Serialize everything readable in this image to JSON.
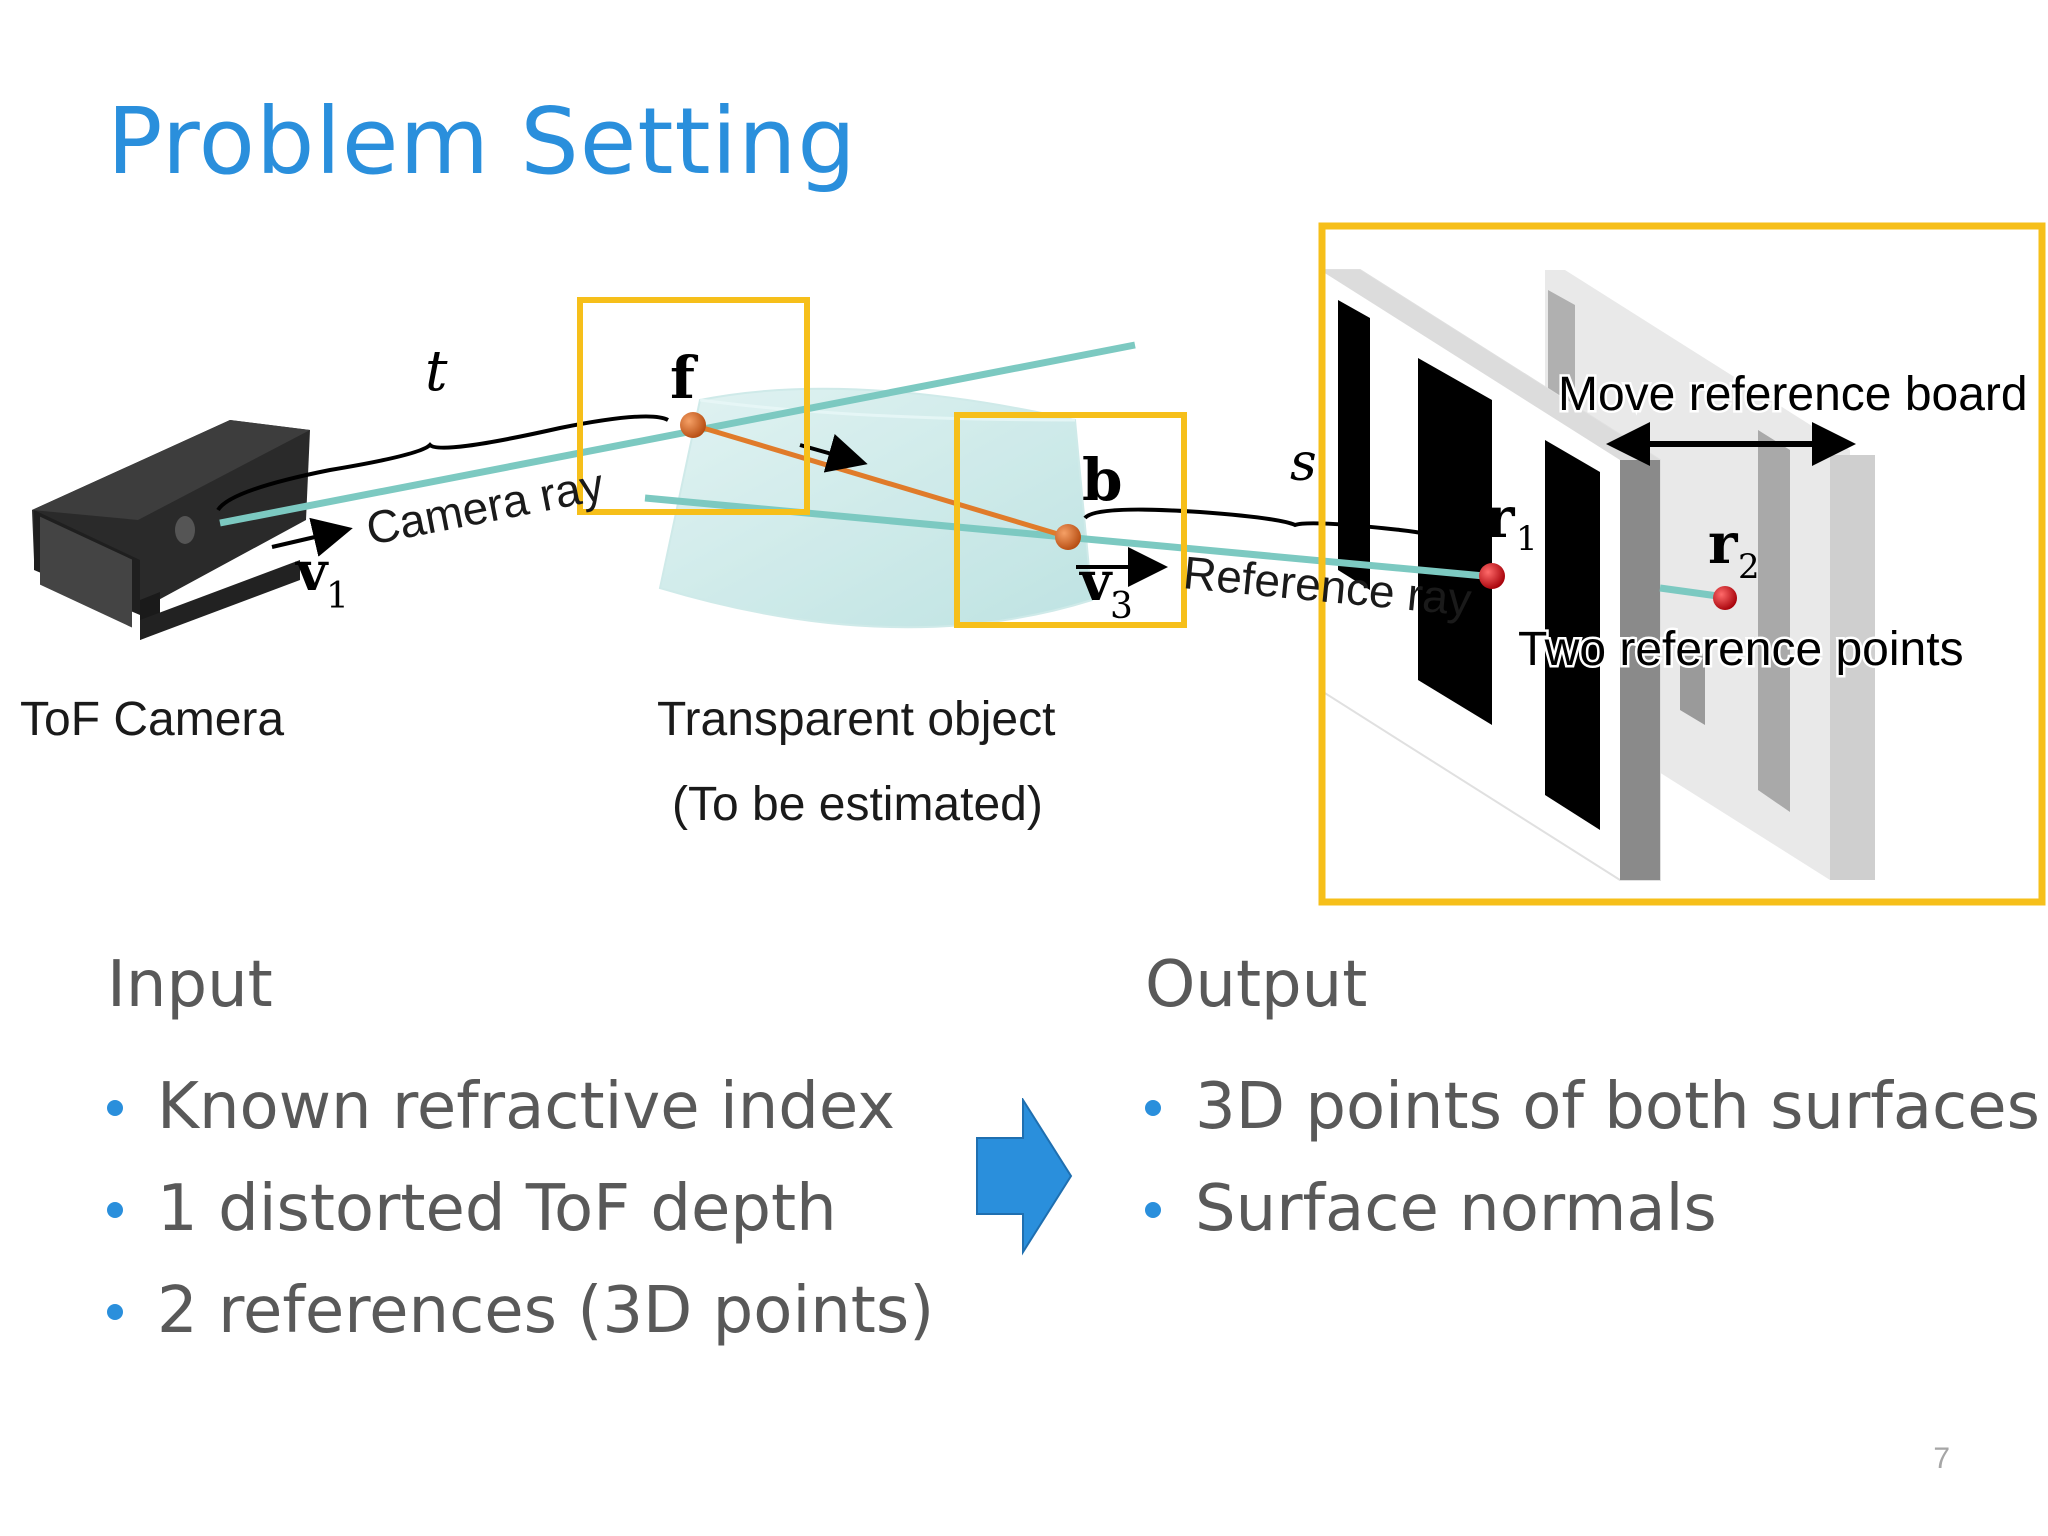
{
  "slide": {
    "title": "Problem Setting",
    "page_number": "7"
  },
  "diagram": {
    "labels": {
      "tof_camera": "ToF Camera",
      "transparent_object": "Transparent object",
      "transparent_object_note": "(To be estimated)",
      "camera_ray": "Camera ray",
      "reference_ray": "Reference ray",
      "move_reference_board": "Move reference board",
      "two_reference_points": "Two reference points"
    },
    "symbols": {
      "t": "t",
      "s": "s",
      "f": "f",
      "b": "b",
      "v1": "v",
      "v1_sub": "1",
      "v3": "v",
      "v3_sub": "3",
      "r1": "r",
      "r1_sub": "1",
      "r2": "r",
      "r2_sub": "2"
    },
    "colors": {
      "highlight_box": "#f6bf1a",
      "ray": "#7cc9c1",
      "refracted_ray": "#e07b2a",
      "point_orange": "#d9601a",
      "point_red": "#d8141c"
    }
  },
  "input": {
    "heading": "Input",
    "items": [
      "Known refractive index",
      "1 distorted ToF depth",
      "2 references (3D points)"
    ]
  },
  "output": {
    "heading": "Output",
    "items": [
      "3D points of both surfaces",
      "Surface normals"
    ]
  },
  "accent_color": "#2a8fdc"
}
